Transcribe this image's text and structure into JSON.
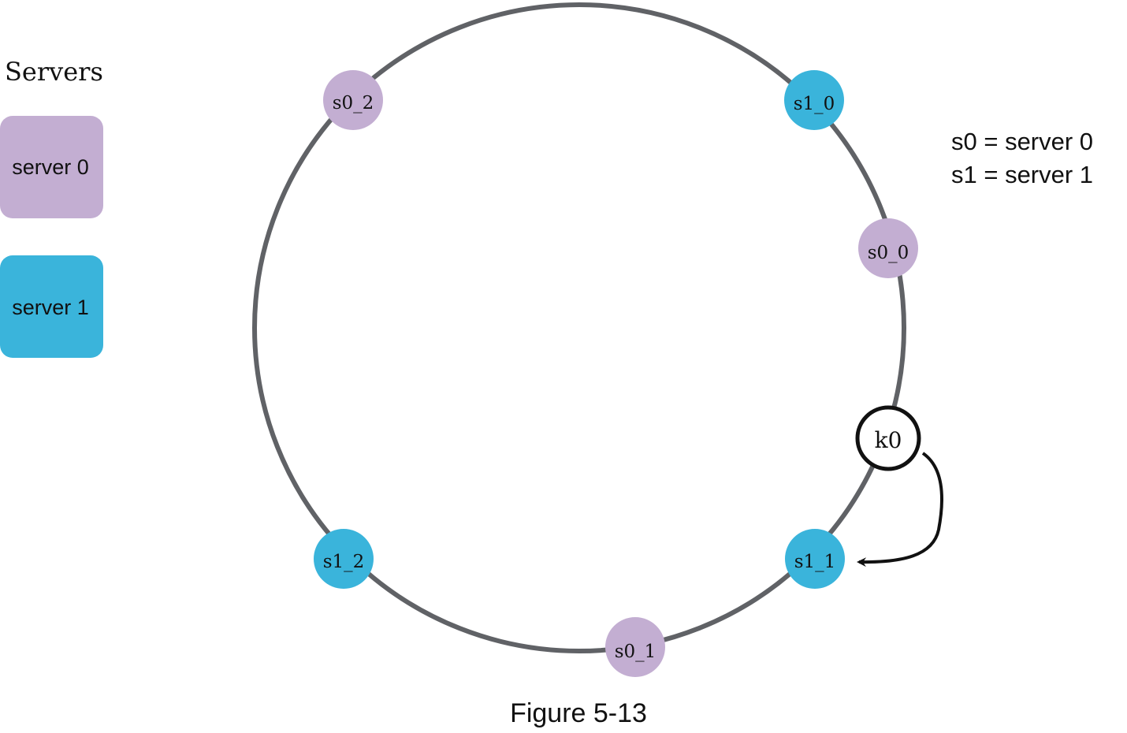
{
  "colors": {
    "server0": "#c3aed2",
    "server1": "#3ab4db",
    "ring": "#606266",
    "text": "#111111"
  },
  "legend": {
    "title": "Servers",
    "items": [
      {
        "label": "server 0",
        "color_key": "server0"
      },
      {
        "label": "server 1",
        "color_key": "server1"
      }
    ]
  },
  "notes": {
    "line1": "s0 = server 0",
    "line2": "s1 = server 1"
  },
  "ring": {
    "nodes": [
      {
        "label": "s0_2",
        "server": "server0"
      },
      {
        "label": "s1_0",
        "server": "server1"
      },
      {
        "label": "s0_0",
        "server": "server0"
      },
      {
        "label": "s1_1",
        "server": "server1"
      },
      {
        "label": "s0_1",
        "server": "server0"
      },
      {
        "label": "s1_2",
        "server": "server1"
      }
    ],
    "key": {
      "label": "k0"
    }
  },
  "caption": "Figure 5-13"
}
